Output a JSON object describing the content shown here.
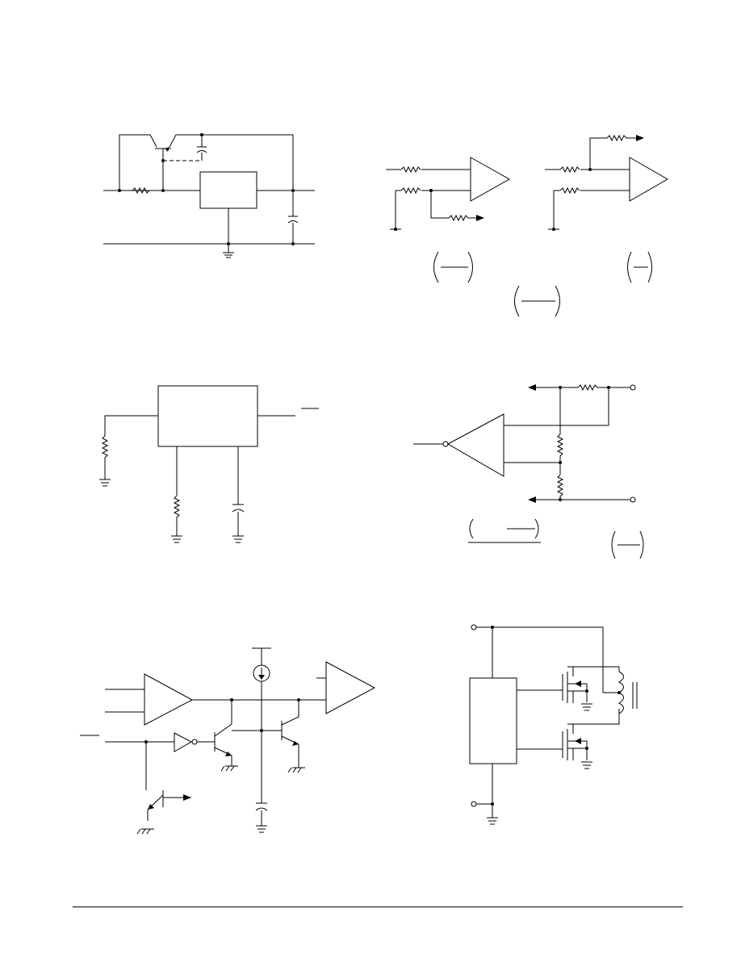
{
  "page": {
    "note": ""
  },
  "figures": [
    {
      "id": "regulator-bypass-circuit"
    },
    {
      "id": "inverting-amplifier-configuration"
    },
    {
      "id": "noninverting-amplifier-configuration"
    },
    {
      "id": "timing-block-circuit"
    },
    {
      "id": "differential-output-amplifier"
    },
    {
      "id": "comparator-switch-circuit"
    },
    {
      "id": "push-pull-transformer-driver"
    }
  ]
}
